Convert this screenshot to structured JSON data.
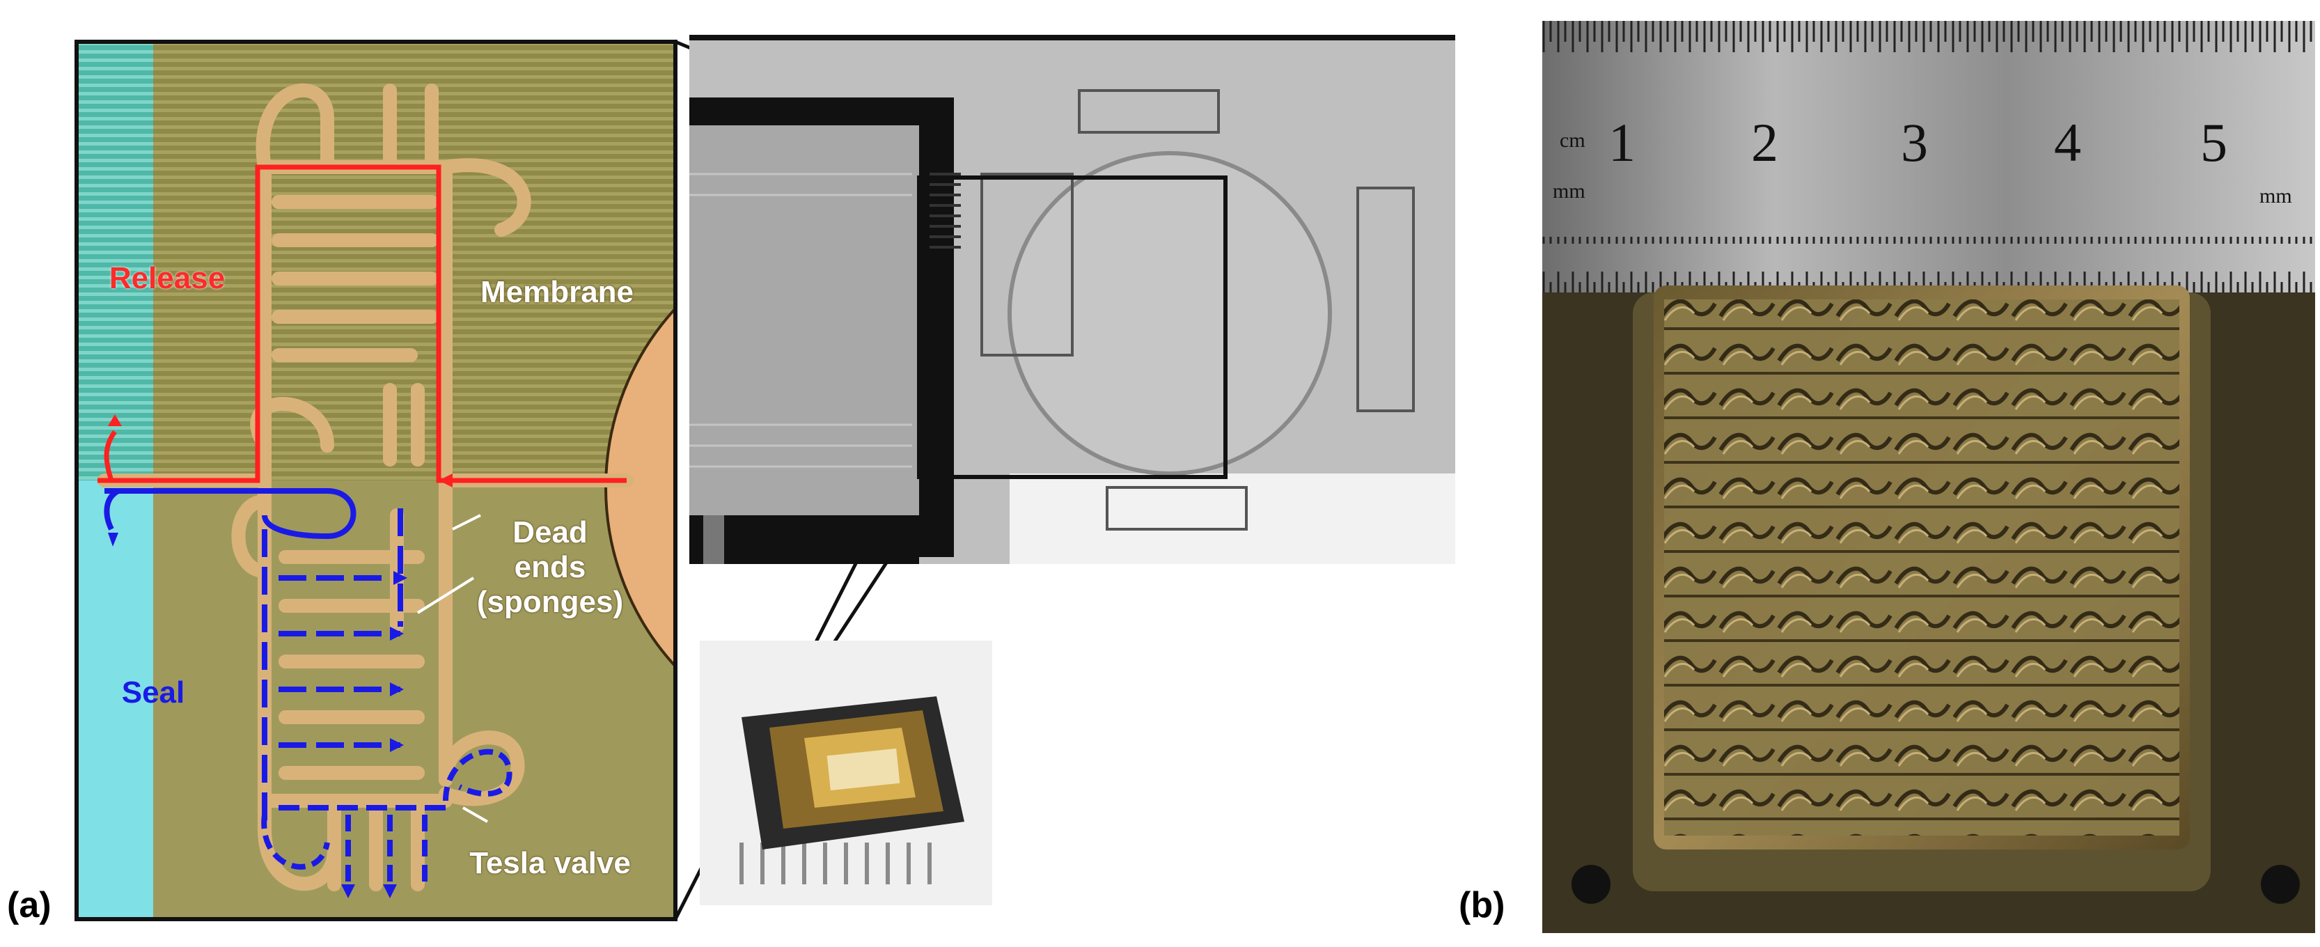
{
  "panels": {
    "a": {
      "label": "(a)"
    },
    "b": {
      "label": "(b)"
    }
  },
  "diagram_labels": {
    "release": "Release",
    "membrane": "Membrane",
    "dead_ends_1": "Dead",
    "dead_ends_2": "ends",
    "dead_ends_3": "(sponges)",
    "seal": "Seal",
    "tesla_valve": "Tesla valve"
  },
  "ruler": {
    "unit_cm": "cm",
    "unit_mm_left": "mm",
    "unit_mm_right": "mm",
    "numbers": [
      "1",
      "2",
      "3",
      "4",
      "5"
    ]
  },
  "colors": {
    "release_path": "#ff2020",
    "seal_path": "#1a1ae6",
    "seal_region": "#7fe0e6",
    "chamber_olive": "#9e9a5a",
    "channel_tan": "#d9b27a",
    "membrane": "#e8b07a"
  }
}
